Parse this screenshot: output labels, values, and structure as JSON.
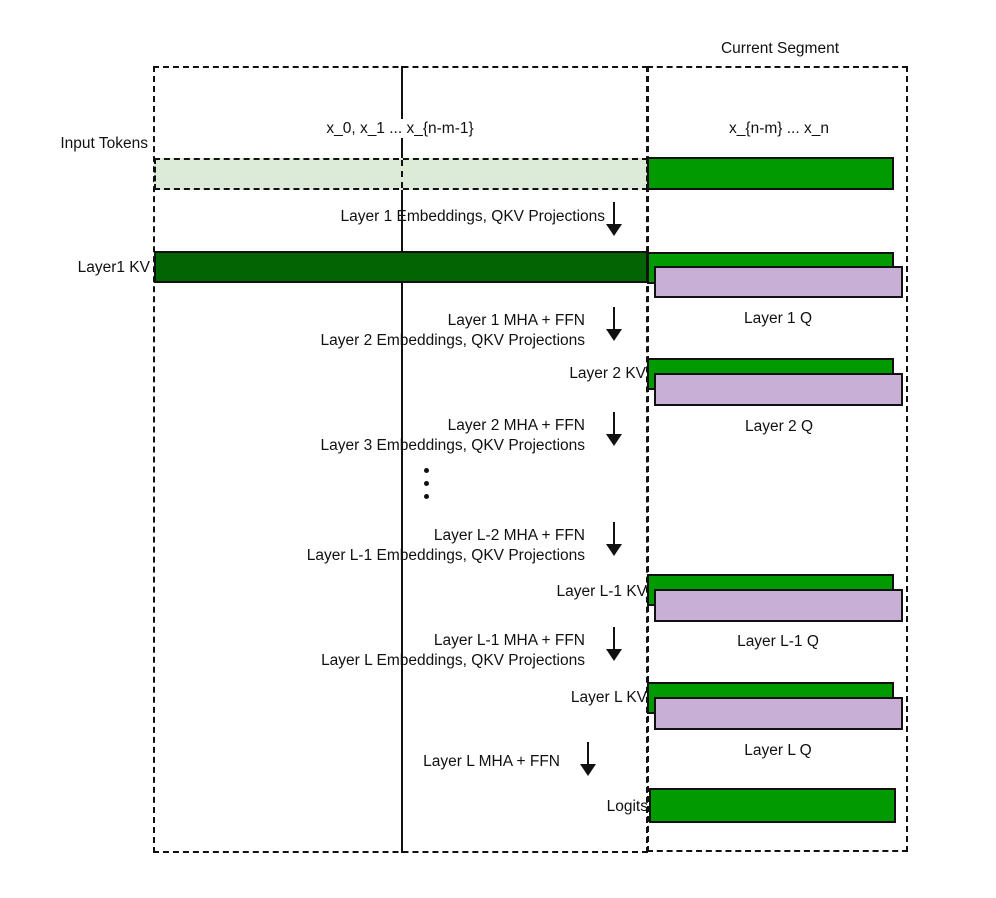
{
  "header": {
    "current_segment": "Current Segment"
  },
  "tokens": {
    "input_label": "Input Tokens",
    "left_range": "x_0, x_1 ... x_{n-m-1}",
    "right_range": "x_{n-m} ... x_n"
  },
  "steps": [
    {
      "line1": "Layer 1 Embeddings, QKV Projections"
    },
    {
      "line1": "Layer 1 MHA + FFN",
      "line2": "Layer 2 Embeddings, QKV Projections"
    },
    {
      "line1": "Layer 2 MHA + FFN",
      "line2": "Layer 3 Embeddings, QKV Projections"
    },
    {
      "line1": "Layer L-2 MHA + FFN",
      "line2": "Layer L-1 Embeddings, QKV Projections"
    },
    {
      "line1": "Layer L-1 MHA + FFN",
      "line2": "Layer L Embeddings, QKV Projections"
    },
    {
      "line1": "Layer L MHA + FFN"
    }
  ],
  "kv": {
    "layer1": "Layer1 KV",
    "layer2": "Layer 2 KV",
    "layerL1": "Layer L-1 KV",
    "layerL": "Layer L KV"
  },
  "q": {
    "layer1": "Layer 1 Q",
    "layer2": "Layer 2 Q",
    "layerL1": "Layer L-1 Q",
    "layerL": "Layer L Q"
  },
  "logits_label": "Logits",
  "colors": {
    "bright_green": "#019a01",
    "dark_green": "#036403",
    "light_green": "#dcead8",
    "purple": "#c7afd6",
    "line": "#111111"
  }
}
